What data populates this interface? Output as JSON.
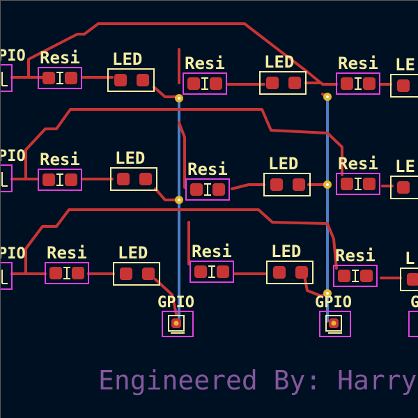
{
  "colors": {
    "background": "#001023",
    "copper_top": "#c83434",
    "copper_bottom": "#4d7fc4",
    "pad": "#c83434",
    "via": "#e3b72f",
    "silk_resistor": "#e040e0",
    "silk_led": "#f2eda1",
    "silk_gpio": "#e040e0",
    "text_silk": "#f2eda1",
    "credit_text": "#84589c",
    "frame": "#5a5a5a"
  },
  "labels": {
    "resistor": "Resi",
    "led": "LED",
    "gpio": "GPIO",
    "gpio_clipped_left": "PIO",
    "gpio_clipped_right": "G",
    "led_clipped_right": "LE",
    "led_clipped_right_short": "L"
  },
  "credit": "Engineered By: Harry"
}
